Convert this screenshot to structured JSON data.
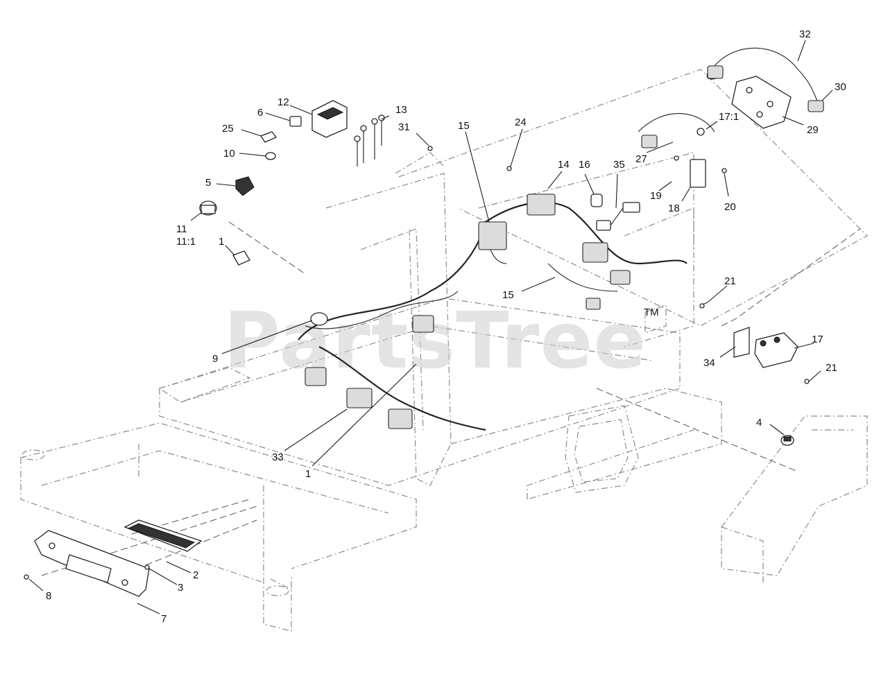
{
  "watermark": {
    "text": "PartsTree",
    "trademark": "TM"
  },
  "callouts": [
    {
      "id": "c32",
      "label": "32"
    },
    {
      "id": "c30",
      "label": "30"
    },
    {
      "id": "c29",
      "label": "29"
    },
    {
      "id": "c17-1a",
      "label": "17:1"
    },
    {
      "id": "c27",
      "label": "27"
    },
    {
      "id": "c19",
      "label": "19"
    },
    {
      "id": "c18",
      "label": "18"
    },
    {
      "id": "c20",
      "label": "20"
    },
    {
      "id": "c12",
      "label": "12"
    },
    {
      "id": "c6",
      "label": "6"
    },
    {
      "id": "c13",
      "label": "13"
    },
    {
      "id": "c25",
      "label": "25"
    },
    {
      "id": "c31",
      "label": "31"
    },
    {
      "id": "c15a",
      "label": "15"
    },
    {
      "id": "c24",
      "label": "24"
    },
    {
      "id": "c14",
      "label": "14"
    },
    {
      "id": "c16",
      "label": "16"
    },
    {
      "id": "c35",
      "label": "35"
    },
    {
      "id": "c10",
      "label": "10"
    },
    {
      "id": "c5",
      "label": "5"
    },
    {
      "id": "c11",
      "label": "11"
    },
    {
      "id": "c11-1",
      "label": "11:1"
    },
    {
      "id": "c1a",
      "label": "1"
    },
    {
      "id": "c15b",
      "label": "15"
    },
    {
      "id": "c21a",
      "label": "21"
    },
    {
      "id": "c17",
      "label": "17"
    },
    {
      "id": "c34",
      "label": "34"
    },
    {
      "id": "c21b",
      "label": "21"
    },
    {
      "id": "c9",
      "label": "9"
    },
    {
      "id": "c33",
      "label": "33"
    },
    {
      "id": "c1b",
      "label": "1"
    },
    {
      "id": "c4",
      "label": "4"
    },
    {
      "id": "c2",
      "label": "2"
    },
    {
      "id": "c3",
      "label": "3"
    },
    {
      "id": "c8",
      "label": "8"
    },
    {
      "id": "c7",
      "label": "7"
    }
  ]
}
